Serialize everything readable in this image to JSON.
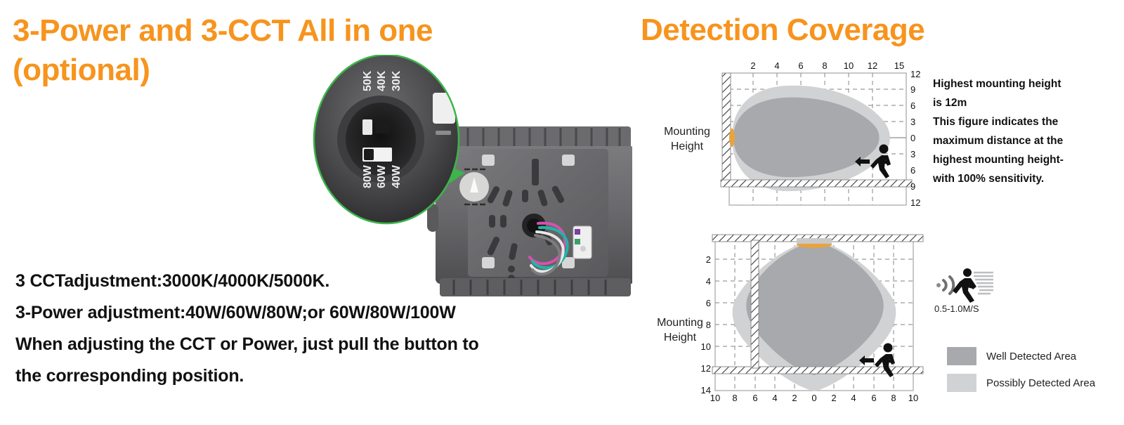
{
  "colors": {
    "accent_orange": "#F7941D",
    "well_detected": "#A8A9AD",
    "possibly_detected": "#D1D2D4",
    "text_dark": "#111111",
    "grid_gray": "#A6A6A6",
    "sensor_orange": "#E8A33D"
  },
  "left": {
    "title": "3-Power and 3-CCT All in one\n(optional)",
    "lines": [
      "3 CCTadjustment:3000K/4000K/5000K.",
      "3-Power adjustment:40W/60W/80W;or 60W/80W/100W",
      "When adjusting the CCT or Power, just pull the button to",
      "the corresponding position."
    ],
    "photo": {
      "magnifier_cct_labels": [
        "50K",
        "40K",
        "30K"
      ],
      "magnifier_power_labels": [
        "80W",
        "60W",
        "40W"
      ]
    }
  },
  "right": {
    "title": "Detection Coverage",
    "note_lines": [
      "Highest mounting height",
      "is 12m",
      "This figure indicates the",
      "maximum distance at the",
      "highest mounting height-",
      "with 100% sensitivity."
    ],
    "speed_label": "0.5-1.0M/S",
    "legend": [
      {
        "label": "Well Detected Area",
        "color": "#A8A9AD"
      },
      {
        "label": "Possibly Detected Area",
        "color": "#D1D2D4"
      }
    ]
  },
  "chart_data": [
    {
      "type": "area",
      "title": "Side view detection coverage (wall mounted)",
      "xlabel": "",
      "ylabel": "Mounting Height",
      "y_axis_label_text": "Mounting\nHeight",
      "x_ticks": [
        "2",
        "4",
        "6",
        "8",
        "10",
        "12",
        "15"
      ],
      "x_tick_values": [
        2,
        4,
        6,
        8,
        10,
        12,
        15
      ],
      "y_ticks": [
        "12",
        "9",
        "6",
        "3",
        "0",
        "3",
        "6",
        "9",
        "12"
      ],
      "y_tick_values": [
        12,
        9,
        6,
        3,
        0,
        3,
        6,
        9,
        12
      ],
      "xlim": [
        0,
        15
      ],
      "ylim": [
        -12,
        12
      ],
      "grid": true,
      "grid_style": "dashed",
      "ground_line_y": 6,
      "sensor_position": {
        "x": 0,
        "y": 0
      },
      "series": [
        {
          "name": "Possibly Detected Area",
          "color": "#D1D2D4",
          "shape": "teardrop",
          "max_distance": 15,
          "max_height_above": 9.5,
          "max_depth_below": 9.5
        },
        {
          "name": "Well Detected Area",
          "color": "#A8A9AD",
          "shape": "teardrop",
          "max_distance": 13.5,
          "max_height_above": 6.5,
          "max_depth_below": 6.5
        }
      ],
      "annotations": [
        {
          "type": "walking-person",
          "x": 12.5,
          "y": -4,
          "direction": "left"
        }
      ]
    },
    {
      "type": "area",
      "title": "Front view detection coverage (ceiling mounted)",
      "xlabel": "",
      "ylabel": "Mounting Height",
      "y_axis_label_text": "Mounting\nHeight",
      "x_ticks": [
        "10",
        "8",
        "6",
        "4",
        "2",
        "0",
        "2",
        "4",
        "6",
        "8",
        "10"
      ],
      "x_tick_values": [
        -10,
        -8,
        -6,
        -4,
        -2,
        0,
        2,
        4,
        6,
        8,
        10
      ],
      "y_ticks": [
        "2",
        "4",
        "6",
        "8",
        "10",
        "12",
        "14"
      ],
      "y_tick_values": [
        2,
        4,
        6,
        8,
        10,
        12,
        14
      ],
      "xlim": [
        -10,
        10
      ],
      "ylim": [
        0,
        14
      ],
      "grid": true,
      "grid_style": "dashed",
      "ceiling_y": 0,
      "floor_y": 12,
      "sensor_position": {
        "x": 0,
        "y": 0
      },
      "series": [
        {
          "name": "Possibly Detected Area",
          "color": "#D1D2D4",
          "shape": "diamond",
          "half_width": 9.5,
          "depth": 14
        },
        {
          "name": "Well Detected Area",
          "color": "#A8A9AD",
          "shape": "diamond",
          "half_width": 8.2,
          "depth": 12
        }
      ],
      "annotations": [
        {
          "type": "walking-person",
          "x": 8,
          "y": 12,
          "direction": "left"
        },
        {
          "type": "wall",
          "x": -6.5,
          "from_y": 0,
          "to_y": 12
        }
      ]
    }
  ]
}
